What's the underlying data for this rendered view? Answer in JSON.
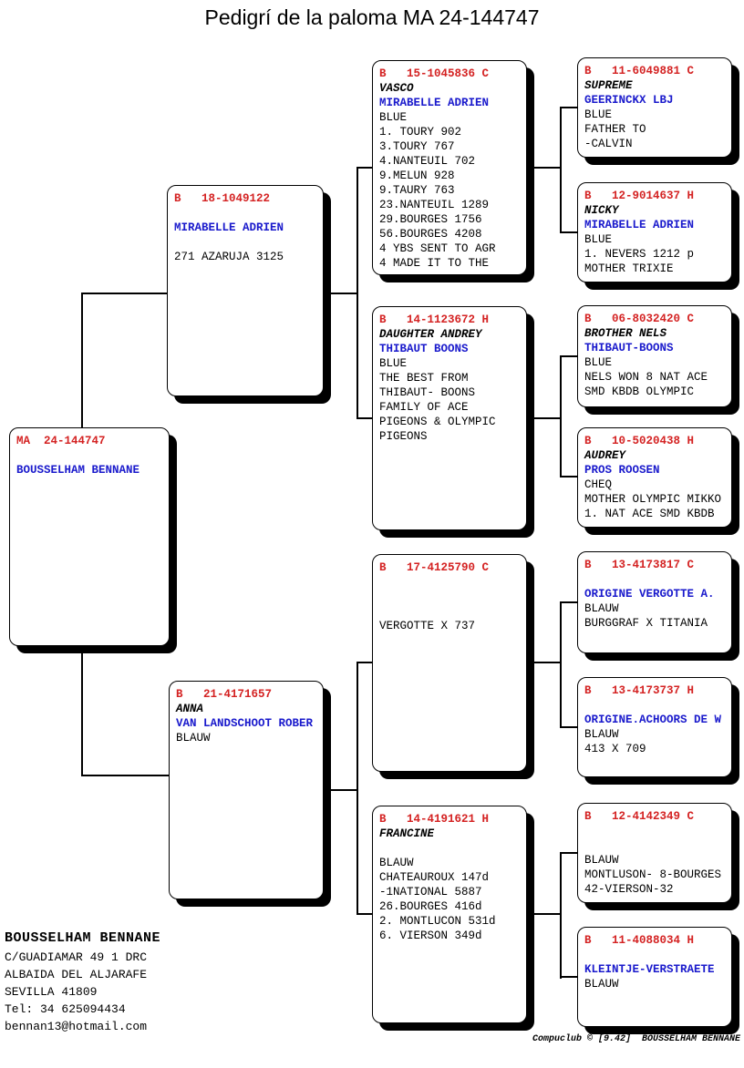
{
  "title": "Pedigrí de la paloma MA  24-144747",
  "colors": {
    "ring_red": "#d42222",
    "breeder_blue": "#1a1acc",
    "line_black": "#000000"
  },
  "boxes": {
    "subject": {
      "lines": [
        {
          "t": "MA  24-144747",
          "s": "header"
        },
        {
          "t": "",
          "s": "plain"
        },
        {
          "t": "BOUSSELHAM BENNANE",
          "s": "breeder"
        }
      ]
    },
    "sire": {
      "lines": [
        {
          "t": "B   18-1049122",
          "s": "header"
        },
        {
          "t": "",
          "s": "plain"
        },
        {
          "t": "MIRABELLE ADRIEN",
          "s": "breeder"
        },
        {
          "t": "",
          "s": "plain"
        },
        {
          "t": "271 AZARUJA 3125",
          "s": "plain"
        }
      ]
    },
    "dam": {
      "lines": [
        {
          "t": "B   21-4171657",
          "s": "header"
        },
        {
          "t": "ANNA",
          "s": "name"
        },
        {
          "t": "VAN LANDSCHOOT ROBER",
          "s": "breeder"
        },
        {
          "t": "BLAUW",
          "s": "plain"
        }
      ]
    },
    "ss": {
      "lines": [
        {
          "t": "B   15-1045836 C",
          "s": "header"
        },
        {
          "t": "VASCO",
          "s": "name"
        },
        {
          "t": "MIRABELLE ADRIEN",
          "s": "breeder"
        },
        {
          "t": "BLUE",
          "s": "plain"
        },
        {
          "t": "1. TOURY 902",
          "s": "plain"
        },
        {
          "t": "3.TOURY 767",
          "s": "plain"
        },
        {
          "t": "4.NANTEUIL 702",
          "s": "plain"
        },
        {
          "t": "9.MELUN 928",
          "s": "plain"
        },
        {
          "t": "9.TAURY 763",
          "s": "plain"
        },
        {
          "t": "23.NANTEUIL 1289",
          "s": "plain"
        },
        {
          "t": "29.BOURGES 1756",
          "s": "plain"
        },
        {
          "t": "56.BOURGES 4208",
          "s": "plain"
        },
        {
          "t": "4 YBS SENT TO AGR",
          "s": "plain"
        },
        {
          "t": "4 MADE IT TO THE",
          "s": "plain"
        }
      ]
    },
    "sd": {
      "lines": [
        {
          "t": "B   14-1123672 H",
          "s": "header"
        },
        {
          "t": "DAUGHTER ANDREY",
          "s": "name"
        },
        {
          "t": "THIBAUT BOONS",
          "s": "breeder"
        },
        {
          "t": "BLUE",
          "s": "plain"
        },
        {
          "t": "THE BEST FROM",
          "s": "plain"
        },
        {
          "t": "THIBAUT- BOONS",
          "s": "plain"
        },
        {
          "t": "FAMILY OF ACE",
          "s": "plain"
        },
        {
          "t": "PIGEONS & OLYMPIC",
          "s": "plain"
        },
        {
          "t": "PIGEONS",
          "s": "plain"
        }
      ]
    },
    "ds": {
      "lines": [
        {
          "t": "B   17-4125790 C",
          "s": "header"
        },
        {
          "t": "",
          "s": "plain"
        },
        {
          "t": "",
          "s": "plain"
        },
        {
          "t": "",
          "s": "plain"
        },
        {
          "t": "VERGOTTE X 737",
          "s": "plain"
        }
      ]
    },
    "dd": {
      "lines": [
        {
          "t": "B   14-4191621 H",
          "s": "header"
        },
        {
          "t": "FRANCINE",
          "s": "name"
        },
        {
          "t": "",
          "s": "plain"
        },
        {
          "t": "BLAUW",
          "s": "plain"
        },
        {
          "t": "CHATEAUROUX 147d",
          "s": "plain"
        },
        {
          "t": "-1NATIONAL 5887",
          "s": "plain"
        },
        {
          "t": "26.BOURGES 416d",
          "s": "plain"
        },
        {
          "t": "2. MONTLUCON 531d",
          "s": "plain"
        },
        {
          "t": "6. VIERSON 349d",
          "s": "plain"
        }
      ]
    },
    "sss": {
      "lines": [
        {
          "t": "B   11-6049881 C",
          "s": "header"
        },
        {
          "t": "SUPREME",
          "s": "name"
        },
        {
          "t": "GEERINCKX LBJ",
          "s": "breeder"
        },
        {
          "t": "BLUE",
          "s": "plain"
        },
        {
          "t": "FATHER TO",
          "s": "plain"
        },
        {
          "t": "-CALVIN",
          "s": "plain"
        }
      ]
    },
    "ssd": {
      "lines": [
        {
          "t": "B   12-9014637 H",
          "s": "header"
        },
        {
          "t": "NICKY",
          "s": "name"
        },
        {
          "t": "MIRABELLE ADRIEN",
          "s": "breeder"
        },
        {
          "t": "BLUE",
          "s": "plain"
        },
        {
          "t": "1. NEVERS 1212 p",
          "s": "plain"
        },
        {
          "t": "MOTHER TRIXIE",
          "s": "plain"
        }
      ]
    },
    "sds": {
      "lines": [
        {
          "t": "B   06-8032420 C",
          "s": "header"
        },
        {
          "t": "BROTHER NELS",
          "s": "name"
        },
        {
          "t": "THIBAUT-BOONS",
          "s": "breeder"
        },
        {
          "t": "BLUE",
          "s": "plain"
        },
        {
          "t": "NELS WON 8 NAT ACE",
          "s": "plain"
        },
        {
          "t": "SMD KBDB OLYMPIC",
          "s": "plain"
        }
      ]
    },
    "sdd": {
      "lines": [
        {
          "t": "B   10-5020438 H",
          "s": "header"
        },
        {
          "t": "AUDREY",
          "s": "name"
        },
        {
          "t": "PROS ROOSEN",
          "s": "breeder"
        },
        {
          "t": "CHEQ",
          "s": "plain"
        },
        {
          "t": "MOTHER OLYMPIC MIKKO",
          "s": "plain"
        },
        {
          "t": "1. NAT ACE SMD KBDB",
          "s": "plain"
        }
      ]
    },
    "dss": {
      "lines": [
        {
          "t": "B   13-4173817 C",
          "s": "header"
        },
        {
          "t": "",
          "s": "plain"
        },
        {
          "t": "ORIGINE VERGOTTE A.",
          "s": "breeder"
        },
        {
          "t": "BLAUW",
          "s": "plain"
        },
        {
          "t": "BURGGRAF X TITANIA",
          "s": "plain"
        }
      ]
    },
    "dsd": {
      "lines": [
        {
          "t": "B   13-4173737 H",
          "s": "header"
        },
        {
          "t": "",
          "s": "plain"
        },
        {
          "t": "ORIGINE.ACHOORS DE W",
          "s": "breeder"
        },
        {
          "t": "BLAUW",
          "s": "plain"
        },
        {
          "t": "413 X 709",
          "s": "plain"
        }
      ]
    },
    "dds": {
      "lines": [
        {
          "t": "B   12-4142349 C",
          "s": "header"
        },
        {
          "t": "",
          "s": "plain"
        },
        {
          "t": "",
          "s": "plain"
        },
        {
          "t": "BLAUW",
          "s": "plain"
        },
        {
          "t": "MONTLUSON- 8-BOURGES",
          "s": "plain"
        },
        {
          "t": "42-VIERSON-32",
          "s": "plain"
        }
      ]
    },
    "ddd": {
      "lines": [
        {
          "t": "B   11-4088034 H",
          "s": "header"
        },
        {
          "t": "",
          "s": "plain"
        },
        {
          "t": "KLEINTJE-VERSTRAETE",
          "s": "breeder"
        },
        {
          "t": "BLAUW",
          "s": "plain"
        }
      ]
    }
  },
  "owner": {
    "name": "BOUSSELHAM BENNANE",
    "lines": [
      "C/GUADIAMAR 49 1 DRC",
      "ALBAIDA DEL ALJARAFE",
      "SEVILLA 41809",
      "Tel: 34 625094434",
      "bennan13@hotmail.com"
    ]
  },
  "footer": "Compuclub © [9.42]  BOUSSELHAM BENNANE"
}
